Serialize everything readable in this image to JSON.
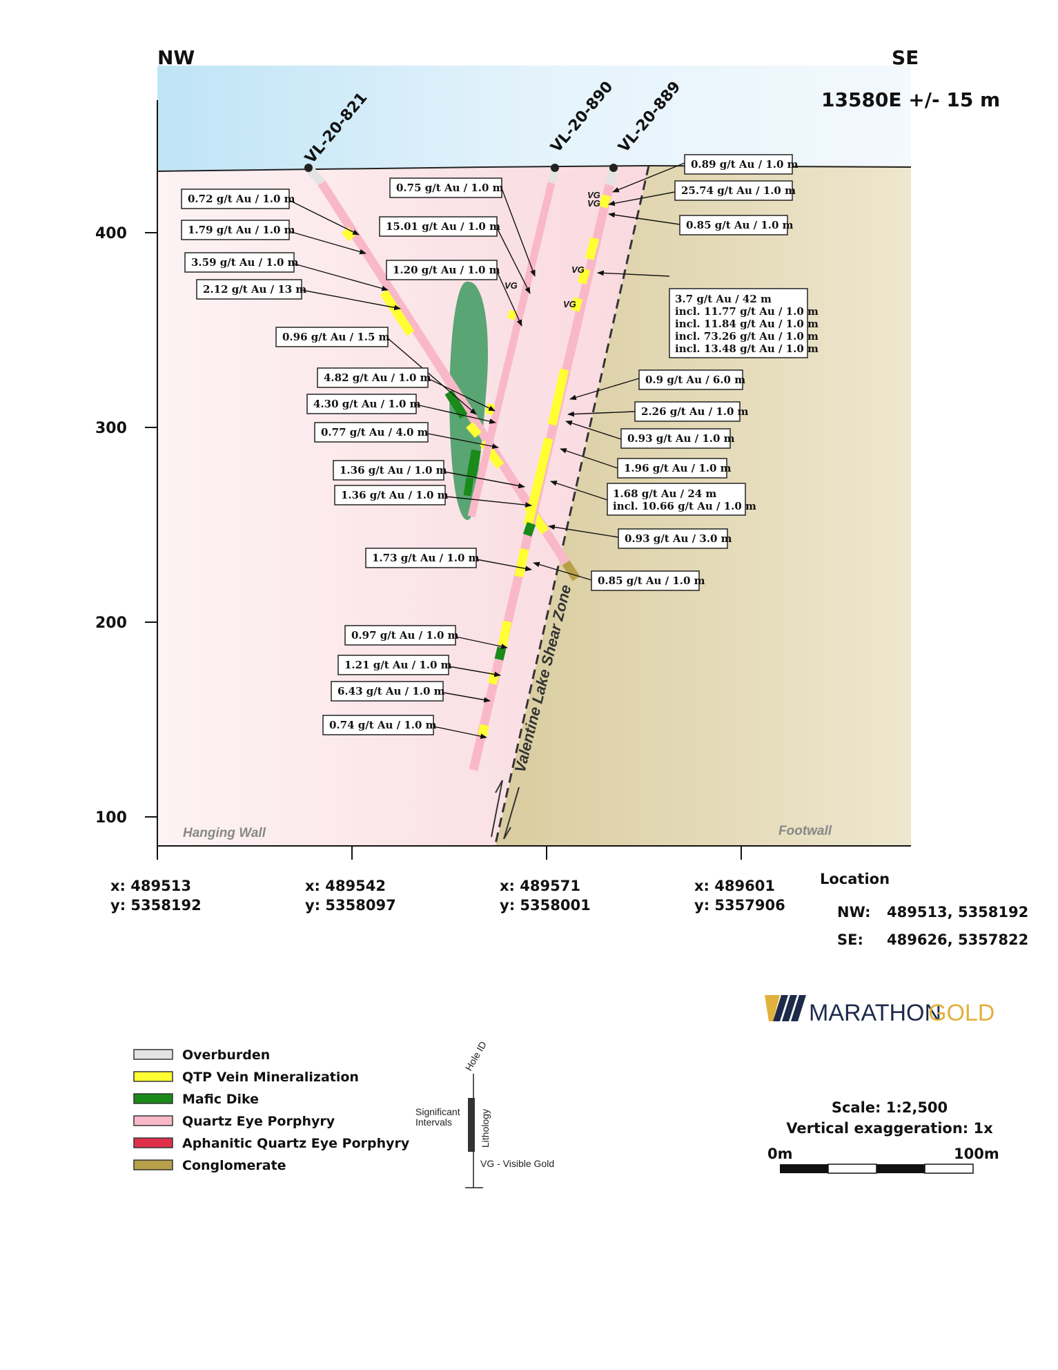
{
  "section": {
    "left_dir": "NW",
    "right_dir": "SE",
    "title": "13580E +/- 15 m",
    "zone_label": "Valentine Lake Shear Zone",
    "hanging_wall": "Hanging Wall",
    "footwall": "Footwall",
    "vg": "VG"
  },
  "y_axis": {
    "ticks": [
      "400",
      "300",
      "200",
      "100"
    ]
  },
  "holes": [
    {
      "id": "VL-20-821"
    },
    {
      "id": "VL-20-890"
    },
    {
      "id": "VL-20-889"
    }
  ],
  "callouts": [
    "0.72 g/t Au / 1.0 m",
    "1.79 g/t Au / 1.0 m",
    "3.59 g/t Au / 1.0 m",
    "2.12 g/t Au / 13 m",
    "0.96 g/t Au / 1.5 m",
    "4.82 g/t Au / 1.0 m",
    "4.30 g/t Au / 1.0 m",
    "0.77 g/t Au / 4.0 m",
    "1.36 g/t Au / 1.0 m",
    "1.36 g/t Au / 1.0 m",
    "1.73 g/t Au / 1.0 m",
    "0.97 g/t Au / 1.0 m",
    "1.21 g/t Au / 1.0 m",
    "6.43 g/t Au / 1.0 m",
    "0.74 g/t Au / 1.0 m",
    "0.75 g/t Au / 1.0 m",
    "15.01 g/t Au / 1.0 m",
    "1.20 g/t Au / 1.0 m",
    "0.89 g/t Au / 1.0 m",
    "25.74 g/t Au / 1.0 m",
    "0.85 g/t Au / 1.0 m",
    "0.9 g/t Au / 6.0 m",
    "2.26 g/t Au / 1.0 m",
    "0.93 g/t Au / 1.0 m",
    "1.96 g/t Au / 1.0 m",
    "0.93 g/t Au / 3.0 m",
    "0.85 g/t Au / 1.0 m"
  ],
  "multi_callouts": [
    [
      "3.7 g/t Au / 42 m",
      "incl. 11.77 g/t Au / 1.0 m",
      "incl. 11.84 g/t Au / 1.0 m",
      "incl. 73.26 g/t Au / 1.0 m",
      "incl. 13.48 g/t Au / 1.0 m"
    ],
    [
      "1.68 g/t Au / 24 m",
      "incl. 10.66 g/t Au / 1.0 m"
    ]
  ],
  "x_axis": [
    {
      "x": "x: 489513",
      "y": "y: 5358192"
    },
    {
      "x": "x: 489542",
      "y": "y: 5358097"
    },
    {
      "x": "x: 489571",
      "y": "y: 5358001"
    },
    {
      "x": "x: 489601",
      "y": "y: 5357906"
    }
  ],
  "location": {
    "title": "Location",
    "rows": [
      {
        "key": "NW:",
        "value": "489513, 5358192"
      },
      {
        "key": "SE:",
        "value": "489626, 5357822"
      }
    ]
  },
  "logo": {
    "word1": "MARATHON",
    "word2": "GOLD"
  },
  "legend": [
    {
      "label": "Overburden",
      "color": "#e3e3e3"
    },
    {
      "label": "QTP Vein Mineralization",
      "color": "#ffff33"
    },
    {
      "label": "Mafic Dike",
      "color": "#1a8a1a"
    },
    {
      "label": "Quartz Eye Porphyry",
      "color": "#f9b8c8"
    },
    {
      "label": "Aphanitic Quartz Eye Porphyry",
      "color": "#e0304a"
    },
    {
      "label": "Conglomerate",
      "color": "#b8a04a"
    }
  ],
  "key_diagram": {
    "hole_id": "Hole ID",
    "significant": [
      "Significant",
      "Intervals"
    ],
    "lithology": "Lithology",
    "vg_note": "VG  - Visible Gold"
  },
  "scale": {
    "scale": "Scale: 1:2,500",
    "vertical": "Vertical exaggeration: 1x",
    "start": "0m",
    "end": "100m"
  },
  "colors": {
    "sky": "#d2ecf8",
    "hanging_wall": "#fbe3e6",
    "footwall": "#e4dab5",
    "porphyry": "#f9b8c8",
    "mineralization": "#ffff33",
    "mafic": "#1a8a1a",
    "mafic_body": "#5aa574",
    "conglomerate": "#b8a04a",
    "logo_gold": "#e2b13c",
    "logo_navy": "#1d2a4a"
  }
}
